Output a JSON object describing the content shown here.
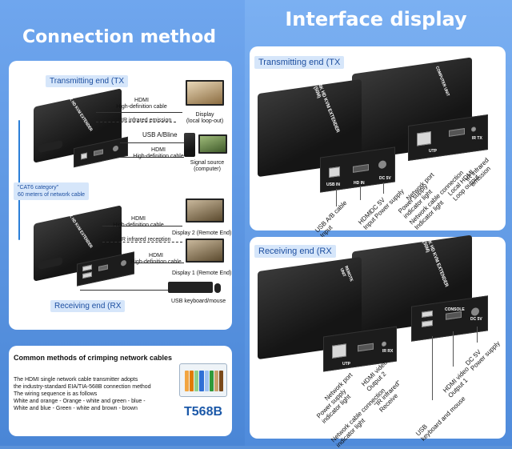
{
  "left": {
    "title": "Connection method",
    "tx_tag": "Transmitting end (TX",
    "rx_tag": "Receiving end (RX",
    "cat6_tag": "\"CAT6 category\"\n60 meters of network cable",
    "tx_labels": {
      "hdmi1": "HDMI\nHigh-definition cable",
      "ir_emission": "IR infrared emission",
      "usb": "USB A/Bline",
      "hdmi2": "HDMI\nHigh-definition cable",
      "display_local": "Display\n(local loop-out)",
      "signal_source": "Signal source\n(computer)"
    },
    "rx_labels": {
      "hdmi1": "HDMI\nHigh-definition cable",
      "ir_reception": "IR infrared reception",
      "hdmi2": "HDMI\nHigh-definition cable",
      "display2": "Display 2 (Remote End)",
      "display1": "Display 1 (Remote End)",
      "usb_kbm": "USB keyboard/mouse"
    },
    "crimp": {
      "title": "Common methods of crimping network cables",
      "lines": [
        "The HDMI single network cable transmitter adopts",
        "the industry-standard EIA/TIA-568B connection method",
        "The wiring sequence is as follows",
        "White and orange - Orange - white and green - blue -",
        "White and blue - Green - white and brown - brown"
      ],
      "standard": "T568B",
      "wire_colors": [
        "#f2a541",
        "#e07b00",
        "#8fd08a",
        "#2f6fd6",
        "#9fc3f2",
        "#2f9a3a",
        "#c9a06a",
        "#7a4a1c"
      ]
    },
    "device_label": "4K HD KVM EXTENDER",
    "colors": {
      "accent": "#1d4fa0",
      "tag_bg": "#d6e6fa"
    }
  },
  "right": {
    "title": "Interface display",
    "tx_tag": "Transmitting end (TX",
    "rx_tag": "Receiving end (RX",
    "tx_callouts": {
      "usb_ab": "USB A/B cable\nInput",
      "hdmi_input": "HDMI\nInput",
      "dc5v": "DC 5V\nPower supply",
      "network_port": "Network port",
      "power_light": "Power supply\nindicator light",
      "net_conn_light": "Network cable connection\nIndicator light",
      "local_hdmi": "Local HDMI\nLoop output",
      "ir_emission": "IR infrared\nemission"
    },
    "rx_callouts": {
      "network_port": "Network port",
      "power_light": "Power supply\nindicator light",
      "net_conn_light": "Network cable connection\nindicator light",
      "hdmi_out2": "HDMI video\nOutput 2",
      "ir_receive": "\"IR infrared\"\nReceive",
      "usb_kbm": "USB\nkeyboard and mouse",
      "hdmi_out1": "HDMI video\nOutput 1",
      "dc5v": "DC 5V\nPower supply"
    },
    "port_labels": {
      "usb_in": "USB IN",
      "hd_in": "HD IN",
      "dc5v": "DC 5V",
      "utp": "UTP",
      "ir_tx": "IR TX",
      "ir_rx": "IR RX",
      "console": "CONSOLE",
      "computer_unit": "COMPUTER UNIT",
      "remote_unit": "REMOTE UNIT"
    },
    "device_label": "4K HD KVM EXTENDER\n(50M)"
  }
}
